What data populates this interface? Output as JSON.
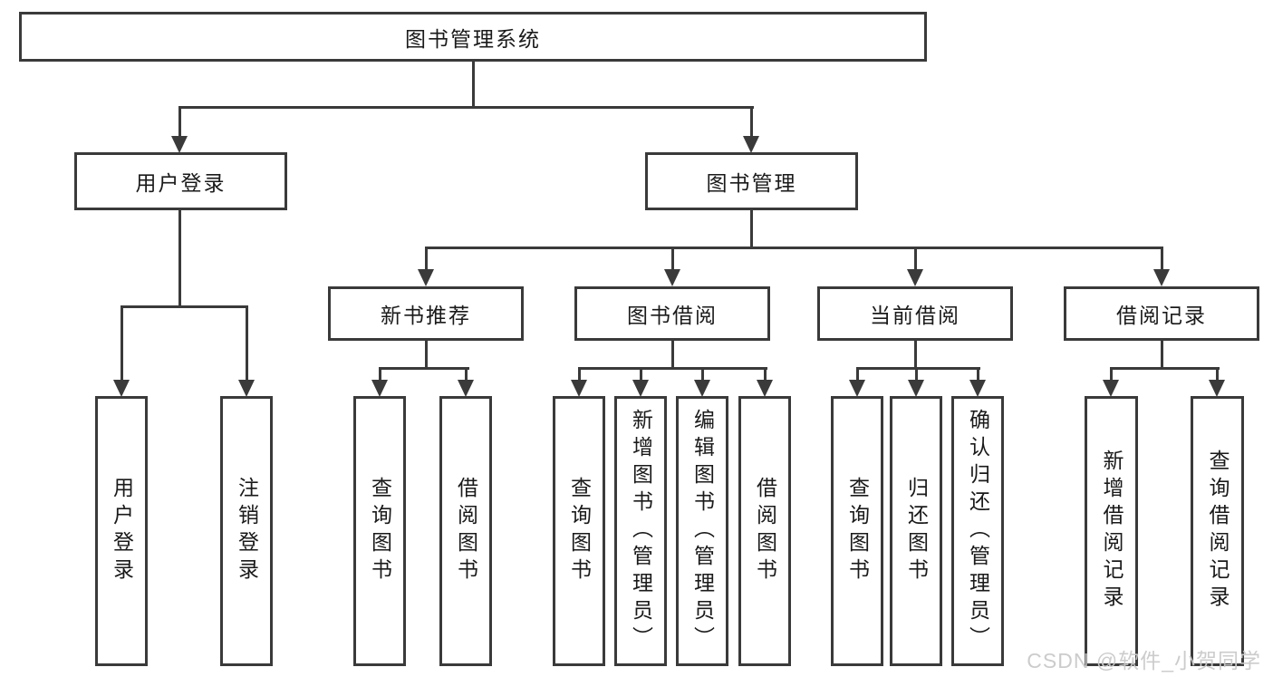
{
  "diagram_type": "hierarchy",
  "tree": {
    "root": "图书管理系统",
    "branches": [
      {
        "label": "用户登录",
        "children": [
          "用户登录",
          "注销登录"
        ]
      },
      {
        "label": "图书管理",
        "children": [
          {
            "label": "新书推荐",
            "children": [
              "查询图书",
              "借阅图书"
            ]
          },
          {
            "label": "图书借阅",
            "children": [
              "查询图书",
              "新增图书（管理员）",
              "编辑图书（管理员）",
              "借阅图书"
            ]
          },
          {
            "label": "当前借阅",
            "children": [
              "查询图书",
              "归还图书",
              "确认归还（管理员）"
            ]
          },
          {
            "label": "借阅记录",
            "children": [
              "新增借阅记录",
              "查询借阅记录"
            ]
          }
        ]
      }
    ]
  },
  "watermark": "CSDN @软件_小贺同学",
  "colors": {
    "line": "#3a3a3a",
    "text": "#1a1a1a",
    "background": "#ffffff",
    "watermark": "#c9c9c9"
  }
}
